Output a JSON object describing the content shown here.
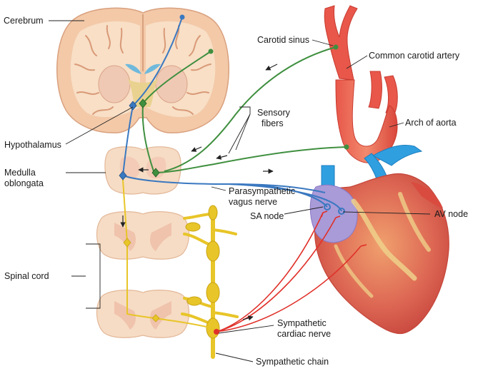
{
  "labels": {
    "cerebrum": "Cerebrum",
    "hypothalamus": "Hypothalamus",
    "medulla_line1": "Medulla",
    "medulla_line2": "oblongata",
    "spinal_cord": "Spinal cord",
    "carotid_sinus": "Carotid sinus",
    "common_carotid_artery": "Common carotid artery",
    "sensory_line1": "Sensory",
    "sensory_line2": "fibers",
    "arch_of_aorta": "Arch of aorta",
    "parasympathetic_line1": "Parasympathetic",
    "parasympathetic_line2": "vagus nerve",
    "sa_node": "SA node",
    "av_node": "AV node",
    "sympathetic_line1": "Sympathetic",
    "sympathetic_line2": "cardiac nerve",
    "sympathetic_chain": "Sympathetic chain"
  },
  "colors": {
    "sensory": "#3f8f3f",
    "parasympathetic": "#3a78c0",
    "sympathetic": "#e8c528",
    "sympathetic_cardiac": "#e0302a",
    "tissue": "#f6dcc4",
    "gray_matter": "#f0c8b4",
    "artery": "#e8574a",
    "vein": "#2f9fe0",
    "atrium": "#a99ad8"
  }
}
